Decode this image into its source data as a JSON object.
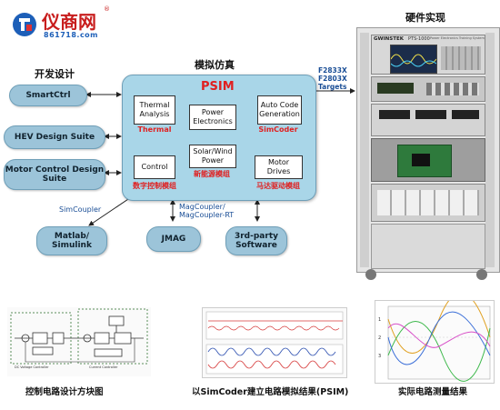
{
  "logo": {
    "brand": "仪商网",
    "site": "861718.com",
    "registered": "®"
  },
  "headings": {
    "dev_design": "开发设计",
    "sim": "模拟仿真",
    "hardware": "硬件实现"
  },
  "left_tools": [
    "SmartCtrl",
    "HEV Design Suite",
    "Motor Control Design Suite"
  ],
  "psim": {
    "title": "PSIM",
    "blocks": {
      "thermal": "Thermal Analysis",
      "power_electronics": "Power Electronics",
      "auto_code": "Auto Code Generation",
      "solar_wind": "Solar/Wind Power",
      "control": "Control",
      "motor_drives": "Motor Drives"
    },
    "labels": {
      "thermal": "Thermal",
      "simcoder": "SimCoder",
      "new_energy": "新能源模组",
      "control_module": "数字控制模组",
      "motor_module": "马达驱动模组"
    }
  },
  "targets": [
    "F2833X",
    "F2803X",
    "Targets"
  ],
  "couplers": {
    "simcoupler": "SimCoupler",
    "magcoupler": "MagCoupler/ MagCoupler-RT"
  },
  "bottom_tools": [
    "Matlab/ Simulink",
    "JMAG",
    "3rd-party Software"
  ],
  "rack": {
    "brand": "GWINSTEK",
    "model": "PTS-1000",
    "subtitle": "Power Electronics Training System"
  },
  "captions": [
    "控制电路设计方块图",
    "以SimCoder建立电路模拟结果(PSIM)",
    "实际电路测量结果"
  ],
  "thumb1_labels": {
    "left": "DC Voltage Controller",
    "right": "Current Controller"
  },
  "colors": {
    "pill": "#9cc4d9",
    "psim_bg": "#a9d6e8",
    "red": "#e02020",
    "blue_text": "#1a4e96"
  }
}
